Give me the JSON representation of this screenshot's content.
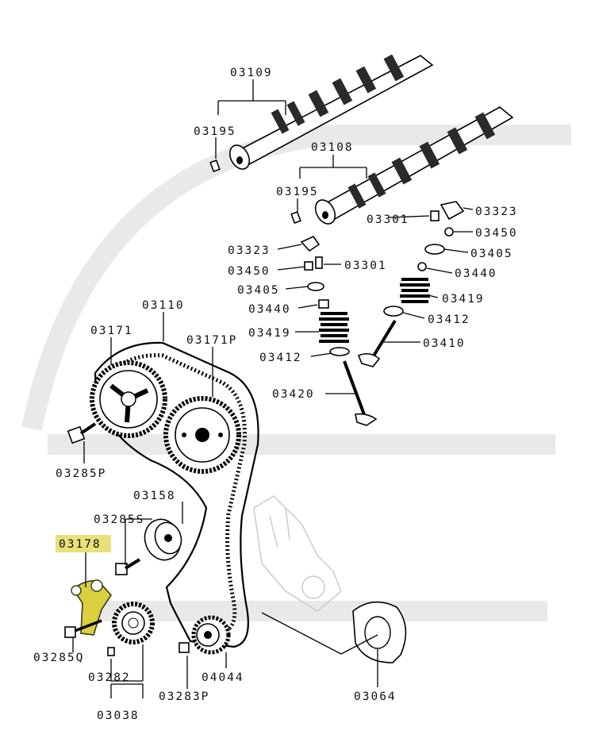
{
  "diagram": {
    "highlight_color": "#e8e07a",
    "highlighted_part": "03178",
    "labels": {
      "camshaft_pair": "03109",
      "pin_left": "03195",
      "camshaft_right": "03108",
      "pin_right": "03195",
      "cam_sprocket_left": "03171",
      "cam_sprocket_right": "03171P",
      "timing_belt": "03110",
      "bolt_p": "03285P",
      "idler_pulley": "03158",
      "bolt_s": "03285S",
      "tensioner_arm": "03178",
      "bolt_q": "03285Q",
      "key": "03282",
      "crank_sprocket_group": "03038",
      "bolt_p2": "03283P",
      "tensioner_pulley": "04044",
      "crank_plate": "03064",
      "rocker_left": "03323",
      "adjuster_left": "03450",
      "lifter_left": "03301",
      "keeper_left": "03405",
      "retainer_left": "03440",
      "spring_left": "03419",
      "seat_left": "03412",
      "valve_left": "03420",
      "lifter_right": "03301",
      "rocker_right": "03323",
      "adjuster_right": "03450",
      "keeper_right": "03405",
      "retainer_right": "03440",
      "spring_right": "03419",
      "seat_right": "03412",
      "valve_right": "03410"
    }
  }
}
